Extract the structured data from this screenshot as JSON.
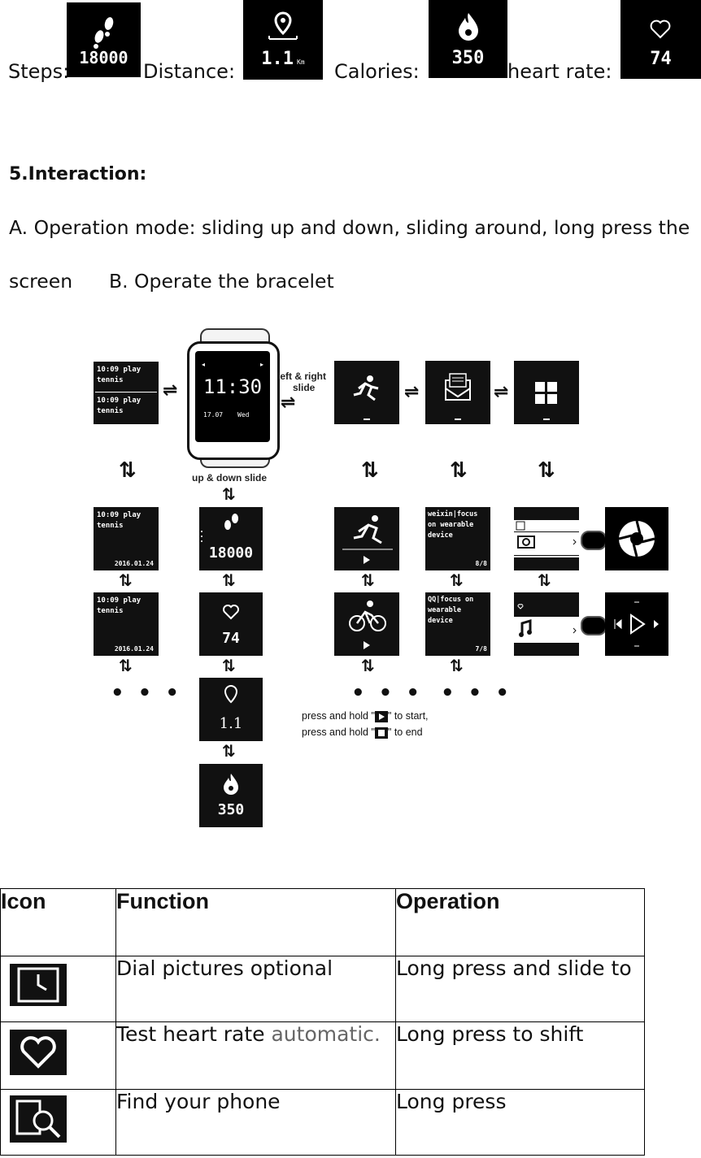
{
  "stats": {
    "steps_label": "Steps:",
    "steps_value": "18000",
    "distance_label": "Distance:",
    "distance_value": "1.1",
    "distance_unit": "Km",
    "calories_label": "Calories:",
    "calories_value": "350",
    "heart_label": "heart rate:",
    "heart_value": "74"
  },
  "section": {
    "heading": "5.Interaction:",
    "line1": "A. Operation mode: sliding up and down, sliding around, long press the",
    "line2a": "screen",
    "line2b": "B. Operate the bracelet"
  },
  "diagram": {
    "watch_time": "11:30",
    "watch_date": "17.07",
    "watch_day": "Wed",
    "label_left_right_1": "left & right",
    "label_left_right_2": "slide",
    "label_up_down": "up & down slide",
    "notif_top_1": "10:09 play",
    "notif_top_2": "tennis",
    "notif_top_3": "10:09 play",
    "notif_top_4": "tennis",
    "notif_a_1": "10:09 play",
    "notif_a_2": "tennis",
    "notif_a_date": "2016.01.24",
    "notif_b_1": "10:09 play",
    "notif_b_2": "tennis",
    "notif_b_date": "2016.01.24",
    "steps_value": "18000",
    "heart_value": "74",
    "distance_value": "1.1",
    "calories_value": "350",
    "msg_a_1": "weixin|focus",
    "msg_a_2": "on wearable",
    "msg_a_3": "device",
    "msg_a_count": "8/8",
    "msg_b_1": "QQ|focus on",
    "msg_b_2": "wearable",
    "msg_b_3": "device",
    "msg_b_count": "7/8",
    "press_start_a": "press and hold \"",
    "press_start_b": "\" to start,",
    "press_end_a": "press and hold \"",
    "press_end_b": "\" to end",
    "ellipsis": "• • •"
  },
  "table": {
    "headers": [
      "Icon",
      "Function",
      "Operation"
    ],
    "rows": [
      {
        "icon": "clock-dial-icon",
        "function": "Dial pictures optional",
        "function_extra": "",
        "operation": "Long press and slide to"
      },
      {
        "icon": "heart-icon",
        "function": "Test heart rate ",
        "function_extra": "automatic.",
        "operation": "Long press to shift"
      },
      {
        "icon": "find-phone-icon",
        "function": "Find your phone",
        "function_extra": "",
        "operation": "Long press"
      }
    ]
  }
}
